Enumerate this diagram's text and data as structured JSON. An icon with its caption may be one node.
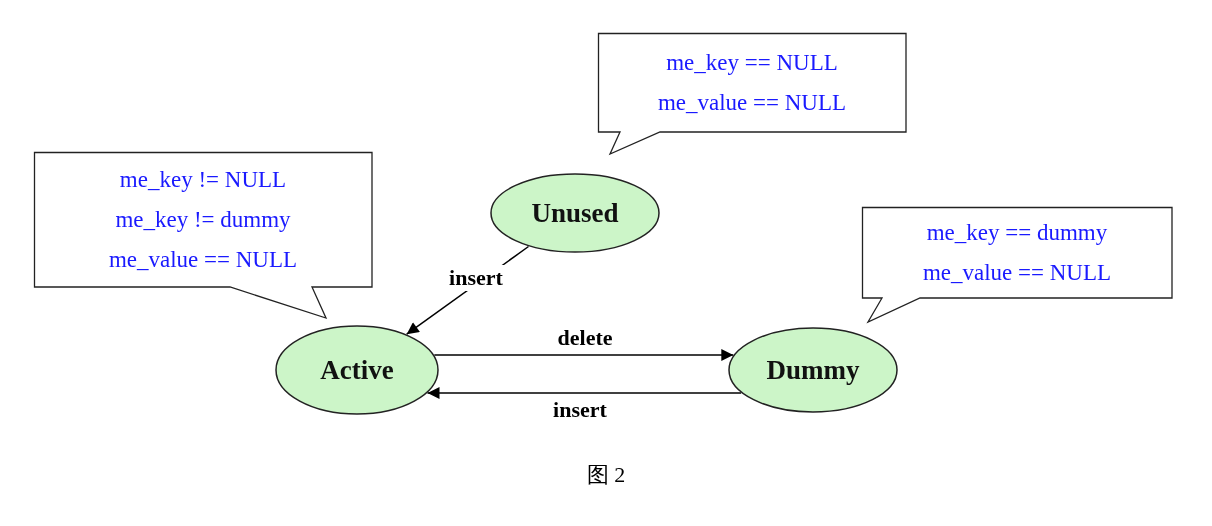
{
  "diagram": {
    "caption": "图 2",
    "nodes": [
      {
        "text": [
          "me_key == NULL",
          "me_value == NULL"
        ]
      },
      {
        "text": [
          "Unused"
        ]
      },
      {
        "text": [
          "me_key != NULL",
          "me_key != dummy",
          "me_value == NULL"
        ]
      },
      {
        "text": [
          "me_key == dummy",
          "me_value == NULL"
        ]
      },
      {
        "text": [
          "Active"
        ]
      },
      {
        "text": [
          "Dummy"
        ]
      }
    ],
    "edges": [
      {
        "from": 1,
        "to": 4,
        "arrow": "to",
        "label": "insert"
      },
      {
        "from": 4,
        "to": 5,
        "arrow": "to",
        "label": "delete"
      },
      {
        "from": 5,
        "to": 4,
        "arrow": "to",
        "label": "insert"
      }
    ]
  }
}
